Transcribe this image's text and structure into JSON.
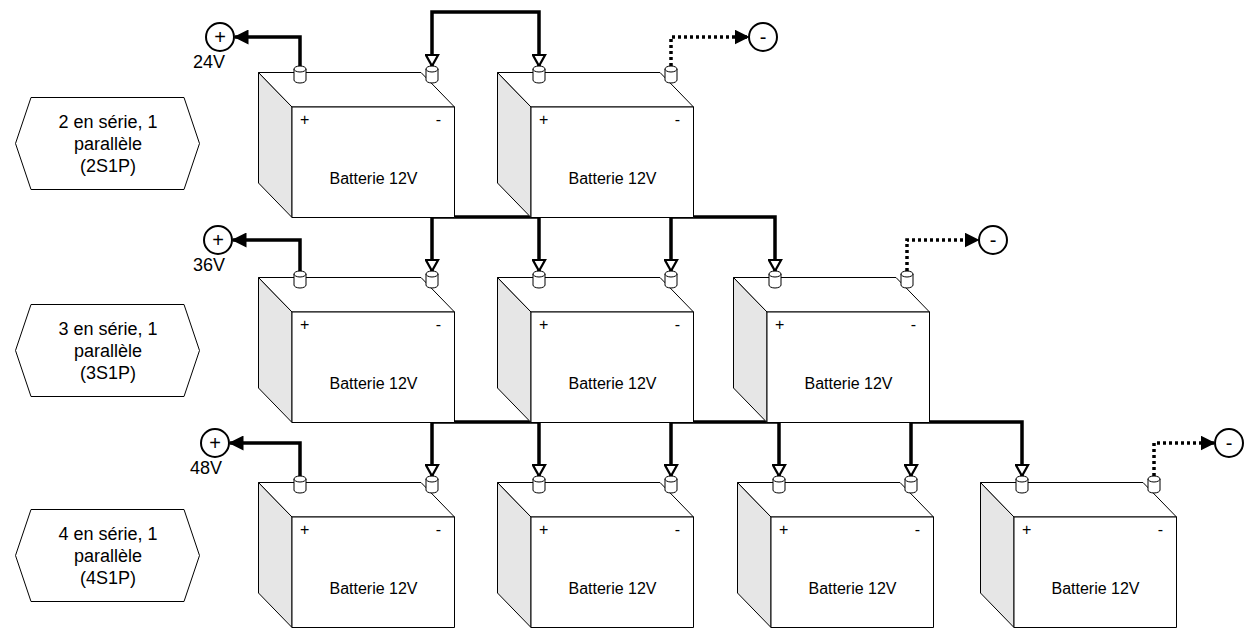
{
  "diagram": {
    "nodes": [
      {
        "text": [
          "2 en série, 1 parallèle (2S1P)"
        ]
      },
      {
        "text": [
          "+"
        ]
      },
      {
        "text": [
          "+",
          "-",
          "Batterie 12V"
        ]
      },
      {
        "text": [
          "+",
          "-",
          "Batterie 12V"
        ]
      },
      {
        "text": [
          "-"
        ]
      },
      {
        "text": [
          "3 en série, 1 parallèle (3S1P)"
        ]
      },
      {
        "text": [
          "+"
        ]
      },
      {
        "text": [
          "+",
          "-",
          "Batterie 12V"
        ]
      },
      {
        "text": [
          "+",
          "-",
          "Batterie 12V"
        ]
      },
      {
        "text": [
          "+",
          "-",
          "Batterie 12V"
        ]
      },
      {
        "text": [
          "-"
        ]
      },
      {
        "text": [
          "4 en série, 1 parallèle (4S1P)"
        ]
      },
      {
        "text": [
          "+"
        ]
      },
      {
        "text": [
          "+",
          "-",
          "Batterie 12V"
        ]
      },
      {
        "text": [
          "+",
          "-",
          "Batterie 12V"
        ]
      },
      {
        "text": [
          "+",
          "-",
          "Batterie 12V"
        ]
      },
      {
        "text": [
          "+",
          "-",
          "Batterie 12V"
        ]
      },
      {
        "text": [
          "-"
        ]
      }
    ],
    "edges": [
      {
        "from": 2,
        "to": 1,
        "arrow": "to"
      },
      {
        "from": 2,
        "to": 3,
        "arrow": "both"
      },
      {
        "from": 3,
        "to": 4,
        "arrow": "to"
      },
      {
        "from": 7,
        "to": 6,
        "arrow": "to"
      },
      {
        "from": 7,
        "to": 8,
        "arrow": "both"
      },
      {
        "from": 8,
        "to": 9,
        "arrow": "both"
      },
      {
        "from": 9,
        "to": 10,
        "arrow": "to"
      },
      {
        "from": 13,
        "to": 12,
        "arrow": "to"
      },
      {
        "from": 13,
        "to": 14,
        "arrow": "both"
      },
      {
        "from": 14,
        "to": 15,
        "arrow": "both"
      },
      {
        "from": 15,
        "to": 16,
        "arrow": "both"
      },
      {
        "from": 16,
        "to": 17,
        "arrow": "to"
      }
    ],
    "labels": [
      "24V",
      "36V",
      "48V"
    ]
  }
}
